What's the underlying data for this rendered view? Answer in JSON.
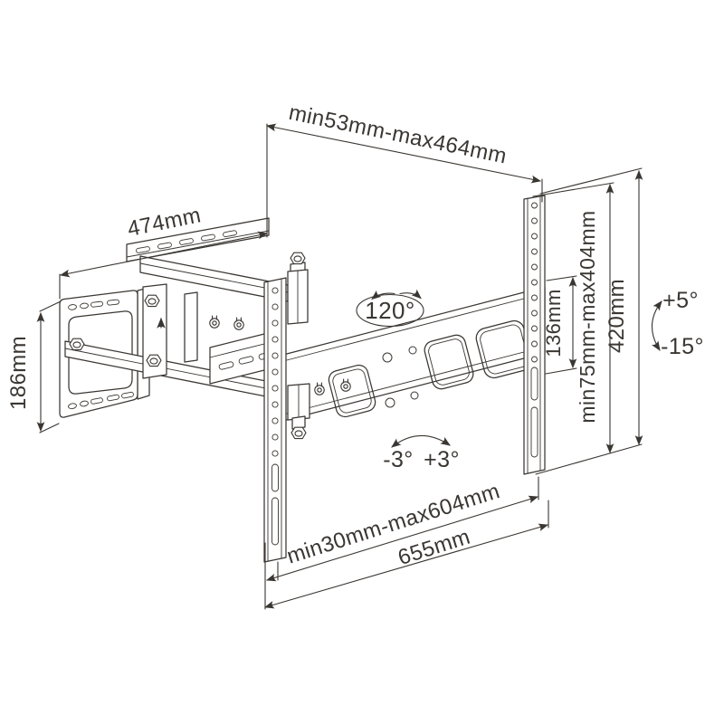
{
  "diagram": {
    "title_hint": "wall-mount-bracket-dimension-drawing",
    "labels": {
      "top_span": "min53mm-max464mm",
      "plate_width": "474mm",
      "plate_height": "186mm",
      "swivel": "120°",
      "hole_span": "136mm",
      "height_range": "min75mm-max404mm",
      "rail_height": "420mm",
      "tilt_up": "+5°",
      "tilt_down": "-15°",
      "level_left": "-3°",
      "level_right": "+3°",
      "bottom_range": "min30mm-max604mm",
      "bottom_width": "655mm"
    },
    "colors": {
      "line": "#3a3632",
      "background": "#ffffff",
      "fill": "#ffffff"
    }
  }
}
